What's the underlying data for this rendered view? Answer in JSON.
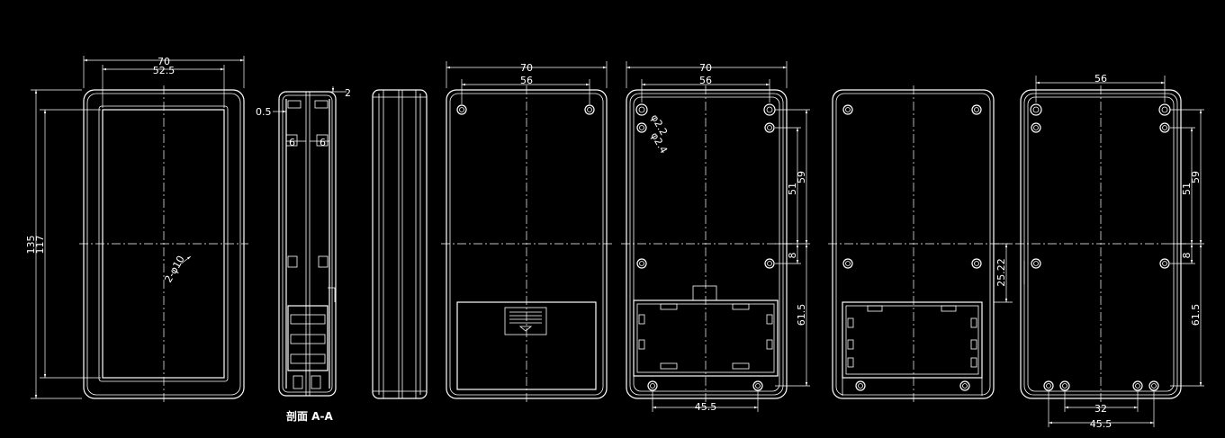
{
  "front": {
    "width": "70",
    "inner_width": "52.5",
    "height": "135",
    "inner_height": "117",
    "hole_note": "2-φ10"
  },
  "section": {
    "wall": "2",
    "rib": "0.5",
    "step_left": "6",
    "step_right": "6",
    "caption": "剖面 A-A"
  },
  "back": {
    "width": "70",
    "hole_spacing": "56"
  },
  "inner": {
    "width": "70",
    "hole_spacing": "56",
    "dia_outer": "φ2.2",
    "dia_inner": "φ2.4",
    "dim_51": "51",
    "dim_59": "59",
    "dim_8": "8",
    "dim_61_5": "61.5",
    "bottom_spacing": "45.5"
  },
  "lid": {
    "offset": "25.22"
  },
  "base": {
    "hole_spacing": "56",
    "dim_51": "51",
    "dim_59": "59",
    "dim_8": "8",
    "dim_61_5": "61.5",
    "bottom_inner": "32",
    "bottom_outer": "45.5"
  }
}
